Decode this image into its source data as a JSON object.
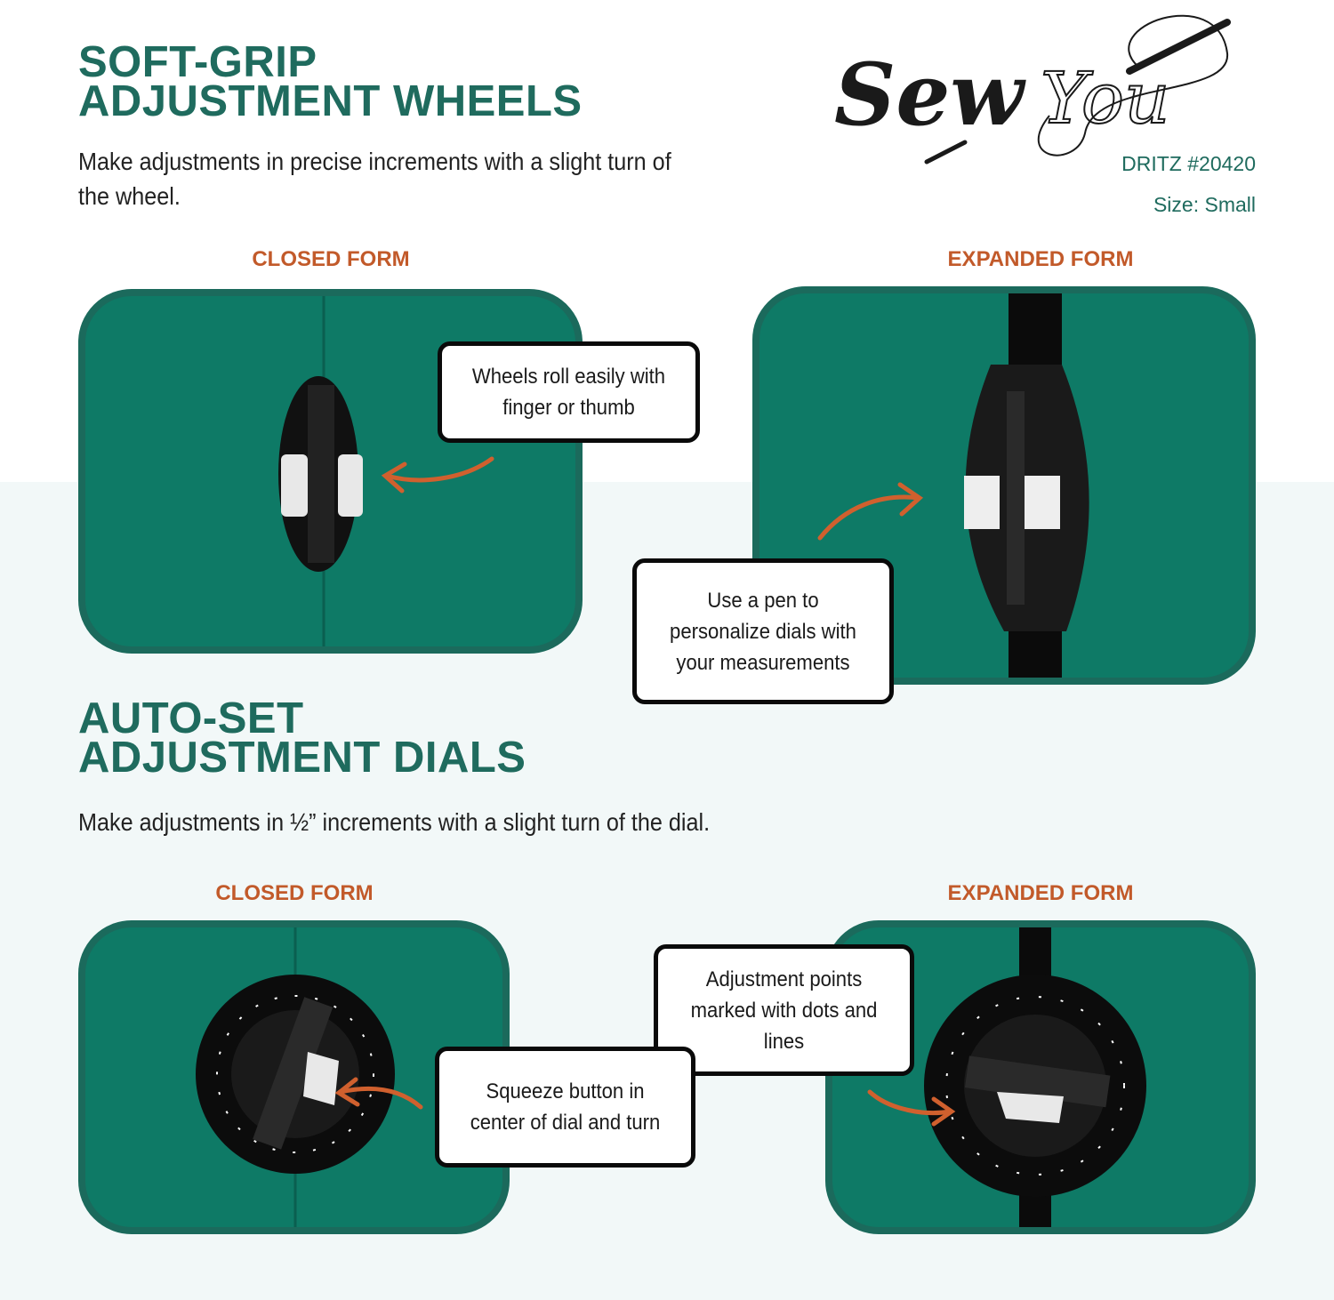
{
  "brand": {
    "logo_text": "Sew You",
    "model": "DRITZ #20420",
    "size": "Size: Small"
  },
  "section1": {
    "title_line1": "SOFT-GRIP",
    "title_line2": "ADJUSTMENT WHEELS",
    "description": "Make adjustments in precise increments with a slight turn of the wheel.",
    "closed_label": "CLOSED FORM",
    "expanded_label": "EXPANDED FORM",
    "callout_closed": "Wheels roll easily with finger or thumb",
    "callout_expanded": "Use a pen to personalize dials with your measurements"
  },
  "section2": {
    "title_line1": "AUTO-SET",
    "title_line2": "ADJUSTMENT DIALS",
    "description": "Make adjustments in ½” increments with a slight turn of the dial.",
    "closed_label": "CLOSED FORM",
    "expanded_label": "EXPANDED FORM",
    "callout_closed": "Squeeze button in center of dial and turn",
    "callout_expanded": "Adjustment points marked with dots and lines"
  },
  "colors": {
    "teal_text": "#1f6b5e",
    "orange": "#c25a2a",
    "fabric": "#0e7a66"
  }
}
